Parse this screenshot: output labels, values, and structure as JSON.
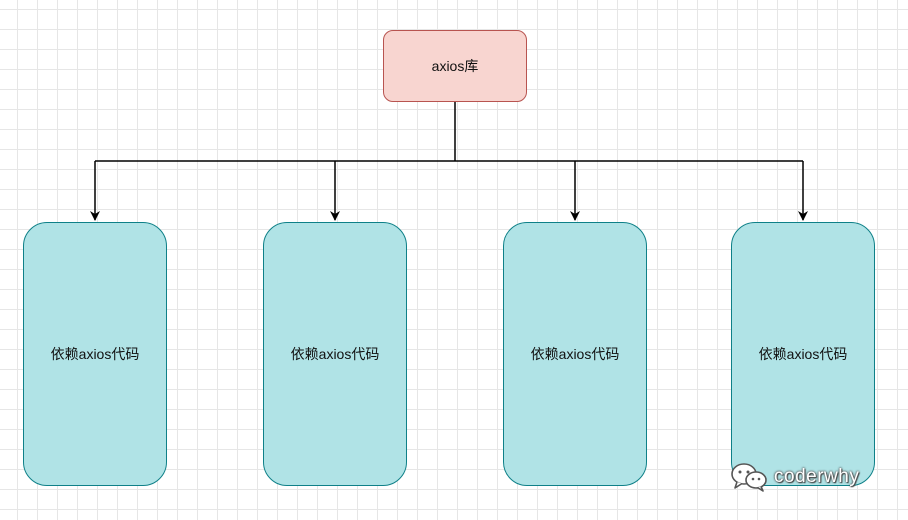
{
  "root": {
    "label": "axios库"
  },
  "children": [
    {
      "label": "依赖axios代码"
    },
    {
      "label": "依赖axios代码"
    },
    {
      "label": "依赖axios代码"
    },
    {
      "label": "依赖axios代码"
    }
  ],
  "watermark": {
    "text": "coderwhy",
    "icon": "wechat-icon"
  },
  "colors": {
    "root_fill": "#f8d5d0",
    "root_stroke": "#b85450",
    "child_fill": "#b0e3e6",
    "child_stroke": "#0e8088",
    "connector": "#000000"
  }
}
